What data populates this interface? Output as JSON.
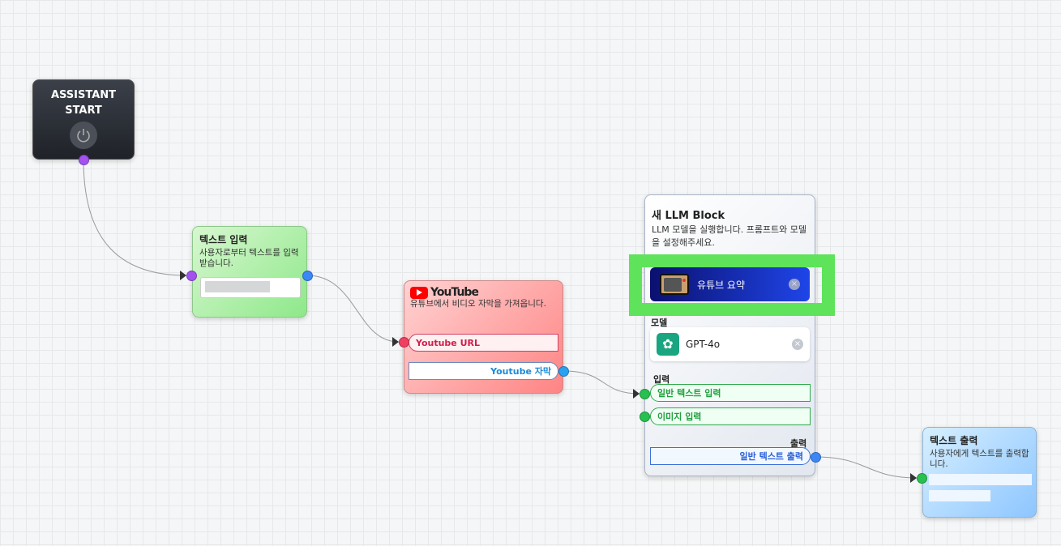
{
  "start": {
    "line1": "ASSISTANT",
    "line2": "START",
    "icon": "power-icon"
  },
  "text_input": {
    "title": "텍스트 입력",
    "description": "사용자로부터 텍스트를 입력받습니다."
  },
  "youtube": {
    "logo": "YouTube",
    "description": "유튜브에서 비디오 자막을 가져옵니다.",
    "input_label": "Youtube URL",
    "output_label": "Youtube 자막"
  },
  "llm": {
    "title": "새 LLM Block",
    "description": "LLM 모델을 실행합니다. 프롬프트와 모델을 설정해주세요.",
    "prompt_name": "유튜브 요약",
    "model_label": "모델",
    "model_name": "GPT-4o",
    "input_section": "입력",
    "inputs": [
      "일반 텍스트 입력",
      "이미지 입력"
    ],
    "output_section": "출력",
    "output": "일반 텍스트 출력"
  },
  "text_output": {
    "title": "텍스트 출력",
    "description": "사용자에게 텍스트를 출력합니다."
  },
  "colors": {
    "highlight": "#5ee35a",
    "prompt_bg": "#1a1fb0",
    "youtube_red": "#ff0000"
  }
}
